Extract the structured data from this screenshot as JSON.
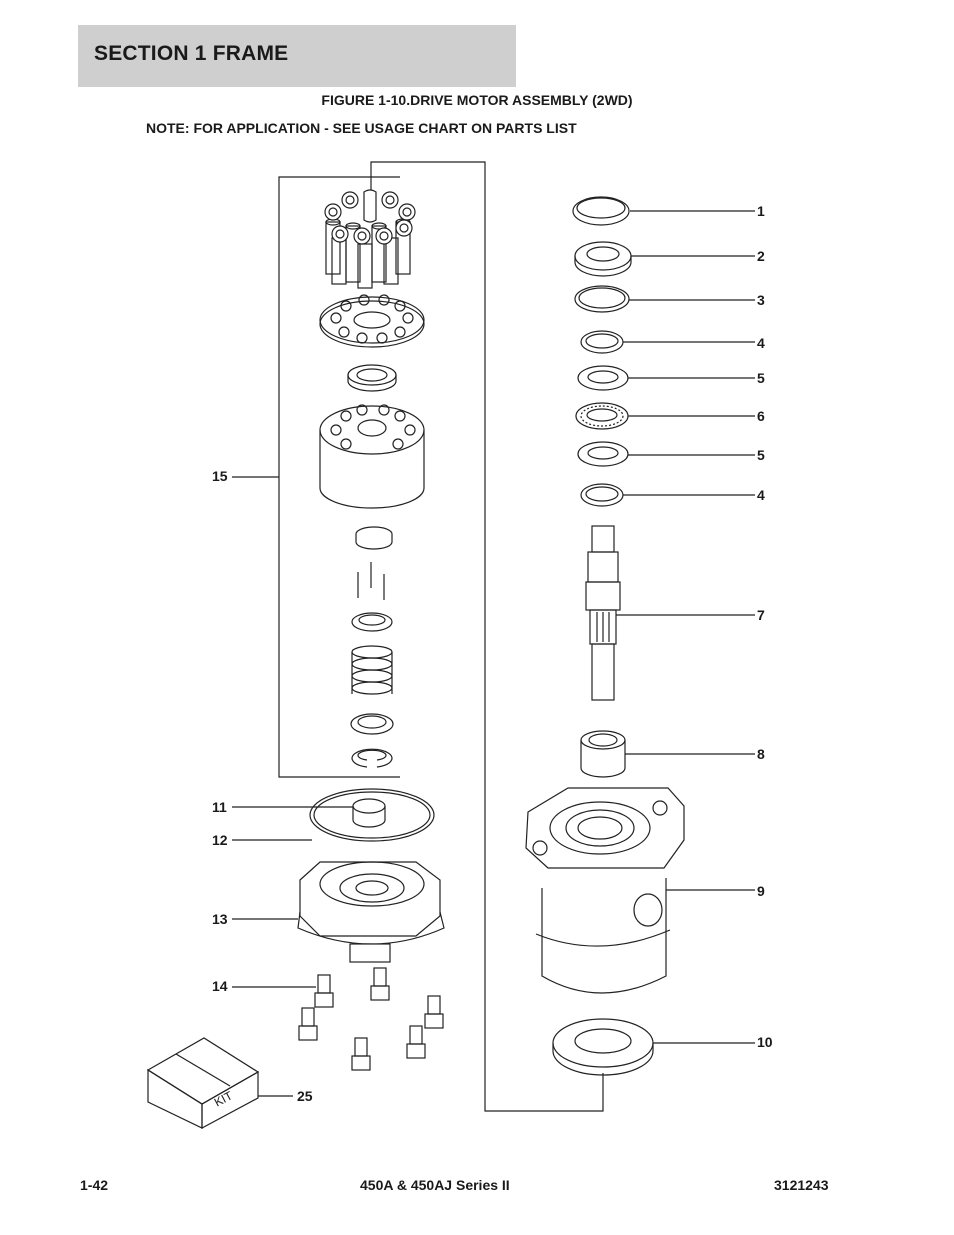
{
  "header": {
    "section": "SECTION 1  FRAME"
  },
  "figure": {
    "title": "FIGURE 1-10.DRIVE MOTOR ASSEMBLY (2WD)",
    "note": "NOTE:  FOR  APPLICATION - SEE USAGE CHART  ON PARTS LIST"
  },
  "callouts": {
    "c1": "1",
    "c2": "2",
    "c3": "3",
    "c4a": "4",
    "c5a": "5",
    "c6": "6",
    "c5b": "5",
    "c4b": "4",
    "c7": "7",
    "c8": "8",
    "c9": "9",
    "c10": "10",
    "c11": "11",
    "c12": "12",
    "c13": "13",
    "c14": "14",
    "c15": "15",
    "c25": "25"
  },
  "kit_label": "KIT",
  "footer": {
    "page": "1-42",
    "model": "450A & 450AJ Series II",
    "doc": "3121243"
  }
}
